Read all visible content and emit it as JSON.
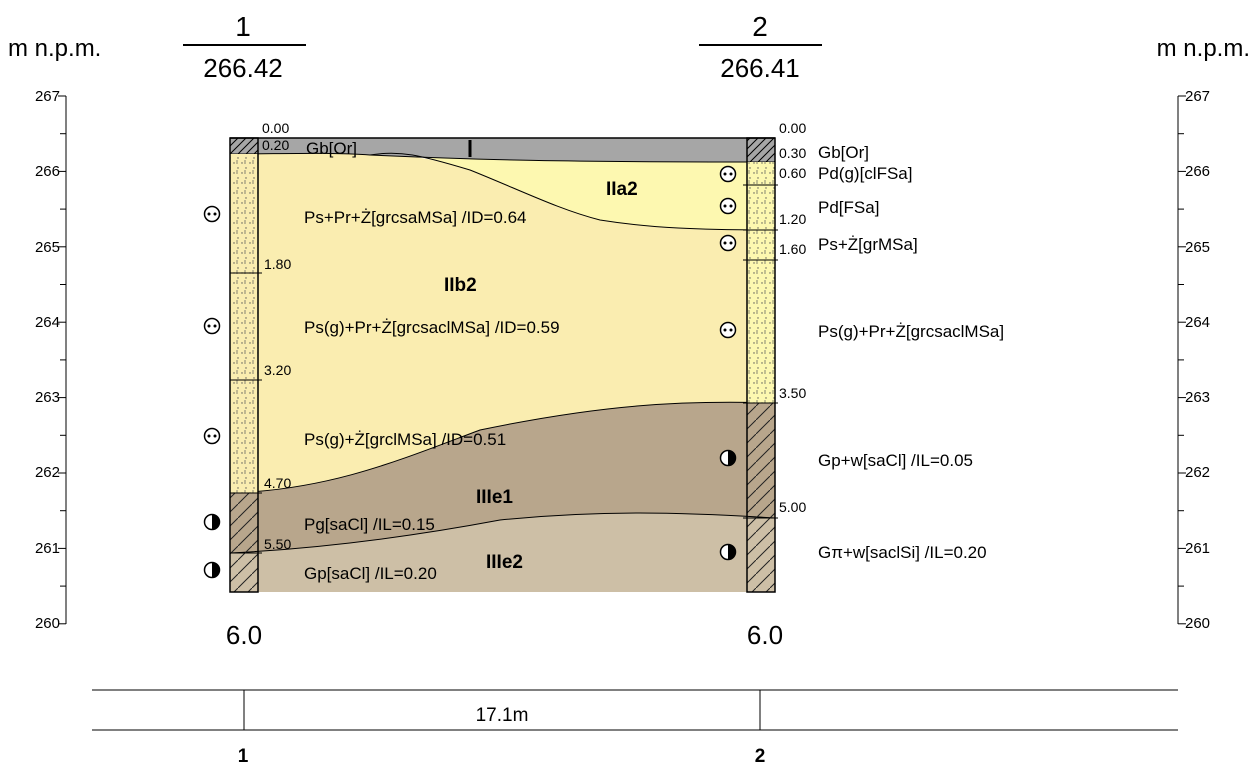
{
  "axis": {
    "unit_label": "m n.p.m.",
    "ticks": [
      "267",
      "266",
      "265",
      "264",
      "263",
      "262",
      "261",
      "260"
    ]
  },
  "boreholes": [
    {
      "id": "1",
      "elevation": "266.42",
      "total_depth": "6.0",
      "depths": [
        "0.00",
        "0.20",
        "1.80",
        "3.20",
        "4.70",
        "5.50"
      ],
      "layer_labels": [
        "Gb[Or]",
        "Ps+Pr+Ż[grcsaMSa] /ID=0.64",
        "Ps(g)+Pr+Ż[grcsaclMSa] /ID=0.59",
        "Ps(g)+Ż[grclMSa] /ID=0.51",
        "Pg[saCl] /IL=0.15",
        "Gp[saCl] /IL=0.20"
      ]
    },
    {
      "id": "2",
      "elevation": "266.41",
      "total_depth": "6.0",
      "depths": [
        "0.00",
        "0.30",
        "0.60",
        "1.20",
        "1.60",
        "3.50",
        "5.00"
      ],
      "layer_labels": [
        "Gb[Or]",
        "Pd(g)[clFSa]",
        "Pd[FSa]",
        "Ps+Ż[grMSa]",
        "Ps(g)+Pr+Ż[grcsaclMSa]",
        "Gp+w[saCl] /IL=0.05",
        "Gπ+w[saclSi] /IL=0.20"
      ]
    }
  ],
  "units": [
    "IIa2",
    "IIb2",
    "IIIe1",
    "IIIe2"
  ],
  "distance": "17.1m",
  "colors": {
    "topsoil": "#a6a6a6",
    "sand_coarse": "#faedb0",
    "sand_fine": "#fdf8b0",
    "clay_upper": "#b8a68c",
    "clay_lower": "#cdbfa6",
    "border": "#000000"
  }
}
